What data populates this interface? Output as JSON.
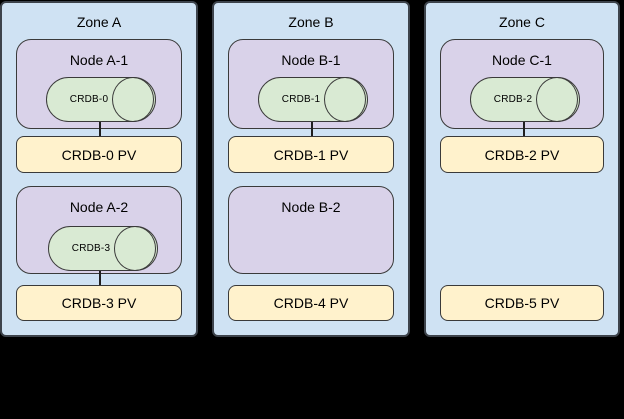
{
  "diagram": {
    "title_hint": "CockroachDB nodes and persistent volumes across zones",
    "colors": {
      "background": "#000000",
      "zone_fill": "#cfe2f3",
      "node_fill": "#d9d2e9",
      "cylinder_fill": "#d9ead3",
      "pv_fill": "#fff2cc",
      "stroke": "#3a3a3a"
    },
    "zones": [
      {
        "label": "Zone A",
        "node1": {
          "label": "Node A-1",
          "cylinder": "CRDB-0",
          "connected_pv": "CRDB-0 PV"
        },
        "pv1": "CRDB-0 PV",
        "node2": {
          "label": "Node A-2",
          "cylinder": "CRDB-3",
          "connected_pv": "CRDB-3 PV"
        },
        "pv2": "CRDB-3 PV"
      },
      {
        "label": "Zone B",
        "node1": {
          "label": "Node B-1",
          "cylinder": "CRDB-1",
          "connected_pv": "CRDB-1 PV"
        },
        "pv1": "CRDB-1 PV",
        "node2": {
          "label": "Node B-2",
          "cylinder": null,
          "connected_pv": null
        },
        "pv2": "CRDB-4 PV"
      },
      {
        "label": "Zone C",
        "node1": {
          "label": "Node C-1",
          "cylinder": "CRDB-2",
          "connected_pv": "CRDB-2 PV"
        },
        "pv1": "CRDB-2 PV",
        "node2": null,
        "pv2": "CRDB-5 PV"
      }
    ]
  }
}
